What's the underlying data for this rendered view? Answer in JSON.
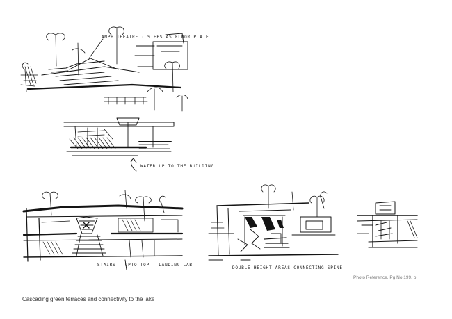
{
  "annotations": {
    "top_note": "Amphitheatre · steps as floor plate",
    "water_note": "Water up to the building",
    "stairs_note": "Stairs — upto top — landing lab",
    "double_height_note": "Double height areas connecting spine"
  },
  "photo_reference": "Photo Reference, Pg.No 199, b",
  "caption": "Cascading green terraces and connectivity to the lake"
}
